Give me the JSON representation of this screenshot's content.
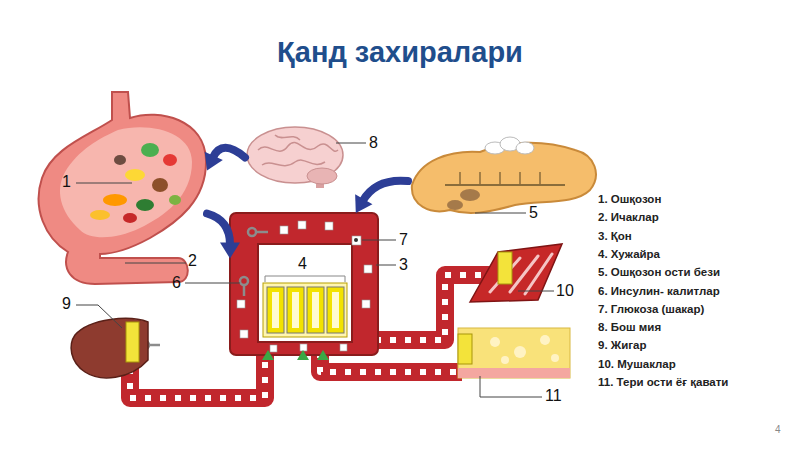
{
  "diagram": {
    "title": "Қанд захиралари",
    "nodes": [
      {
        "text": [
          "1"
        ]
      },
      {
        "text": [
          "8"
        ]
      },
      {
        "text": [
          "5"
        ]
      },
      {
        "text": [
          "3"
        ]
      },
      {
        "text": [
          "4"
        ],
        "in": 3
      }
    ],
    "edges": [
      {
        "from": 1,
        "to": 0,
        "arrow": "to"
      },
      {
        "from": 0,
        "to": 3,
        "arrow": "to"
      },
      {
        "from": 2,
        "to": 3,
        "arrow": "to"
      }
    ],
    "labels": [
      "2",
      "6",
      "7",
      "9",
      "10",
      "11",
      "1. Ошқозон",
      "2. Ичаклар",
      "3. Қон",
      "4. Хужайра",
      "5. Ошқозон ости бези",
      "6. Инсулин- калитлар",
      "7. Глюкоза (шакар)",
      "8. Бош мия",
      "9. Жигар",
      "10. Мушаклар",
      "11. Тери ости ёғ қавати",
      "4"
    ]
  }
}
